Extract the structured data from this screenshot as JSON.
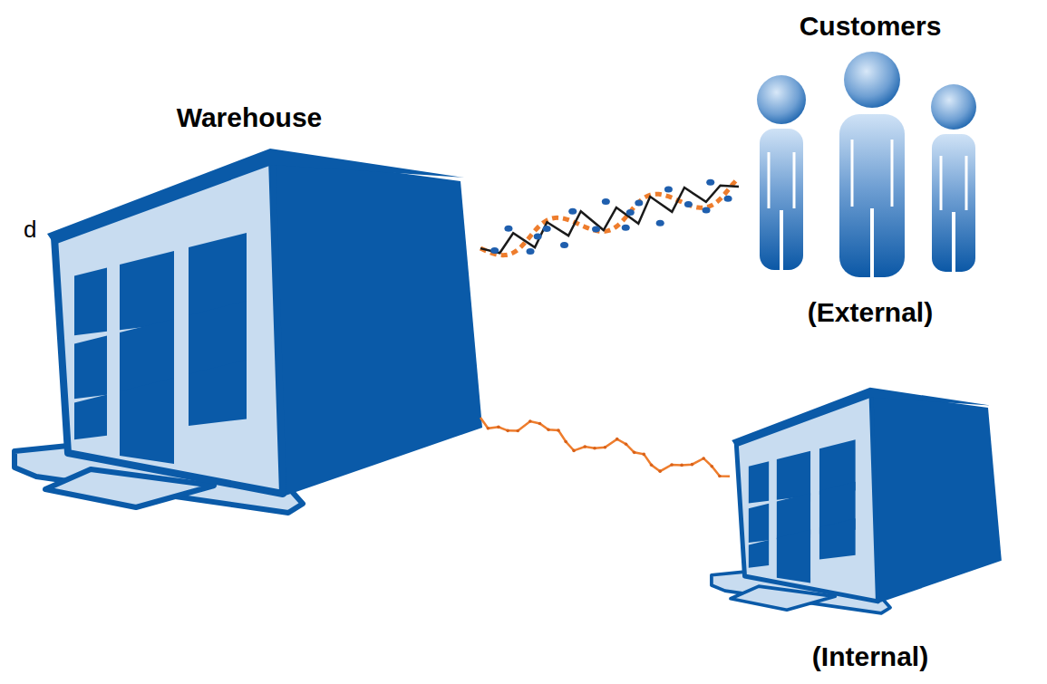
{
  "diagram": {
    "nodes": [
      {
        "text": [
          "Warehouse"
        ]
      },
      {
        "text": [
          "Customers",
          "(External)"
        ]
      },
      {
        "text": [
          "(Internal)"
        ]
      }
    ],
    "edges": [
      {
        "from": 0,
        "to": 1,
        "arrow": "none"
      },
      {
        "from": 0,
        "to": 2,
        "arrow": "none"
      }
    ],
    "labels": [
      "d"
    ]
  }
}
